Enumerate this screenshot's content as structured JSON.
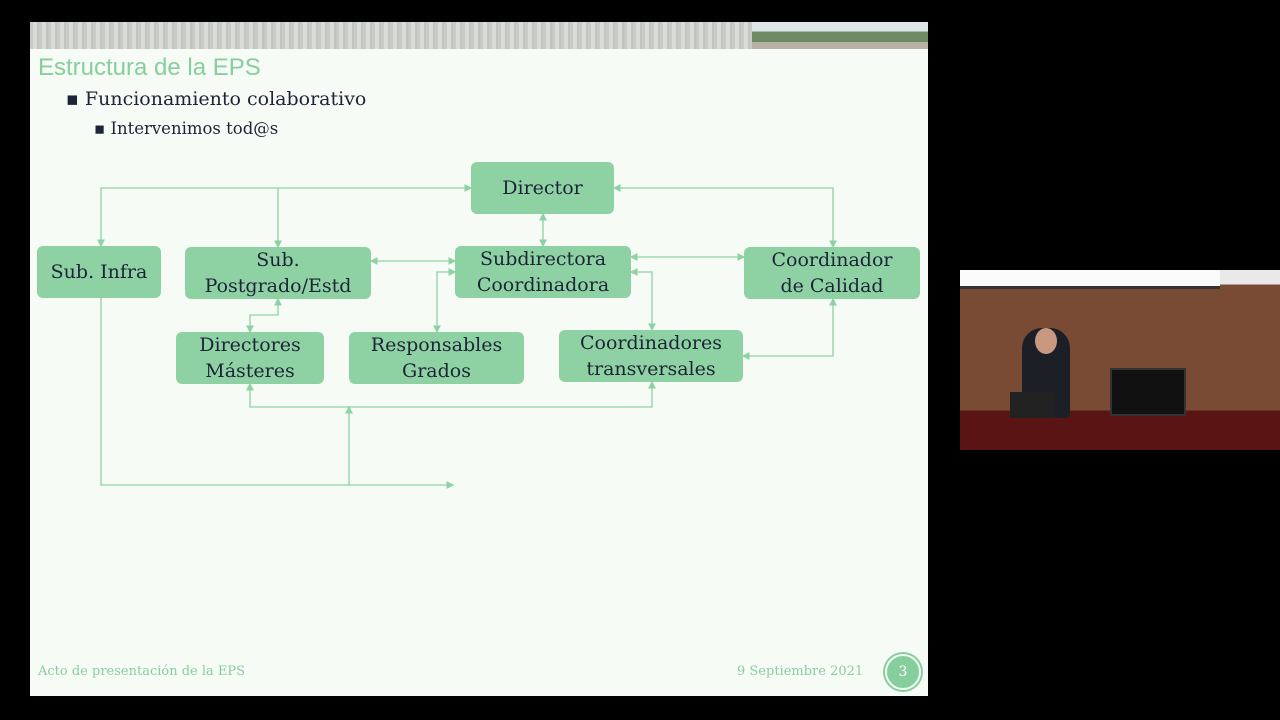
{
  "slide": {
    "title": "Estructura de la EPS",
    "bullet1": "Funcionamiento colaborativo",
    "bullet2": "Intervenimos tod@s",
    "boxes": {
      "director": "Director",
      "sub_infra": "Sub. Infra",
      "sub_postgrado": "Sub.\nPostgrado/Estd",
      "subdirectora": "Subdirectora\nCoordinadora",
      "coord_calidad": "Coordinador\nde Calidad",
      "directores_masteres": "Directores\nMásteres",
      "responsables_grados": "Responsables\nGrados",
      "coord_transversales": "Coordinadores\ntransversales"
    },
    "footer_left": "Acto de presentación de la EPS",
    "footer_date": "9 Septiembre 2021",
    "page_number": "3",
    "accent": "#86cf9c"
  },
  "video": {
    "description_icon": "speaker-video-feed"
  }
}
